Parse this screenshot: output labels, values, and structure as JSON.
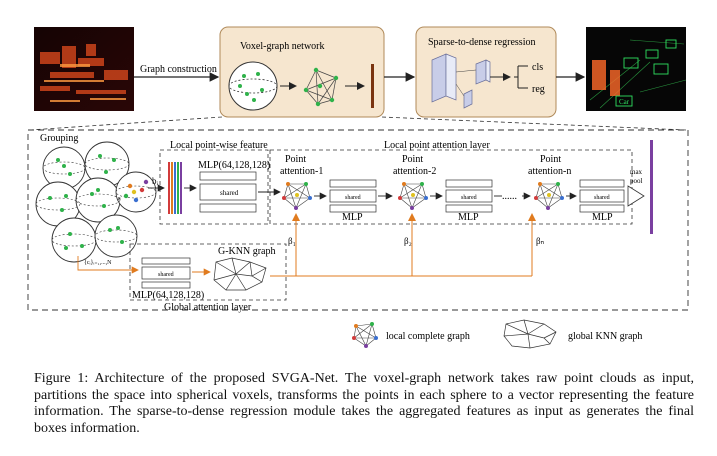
{
  "top_row": {
    "graph_construction": "Graph construction",
    "voxel_graph_network": "Voxel-graph network",
    "sparse_to_dense": "Sparse-to-dense regression",
    "cls": "cls",
    "reg": "reg",
    "car_label": "Car"
  },
  "detail": {
    "grouping": "Grouping",
    "local_pointwise": "Local point-wise feature",
    "mlp_main": "MLP(64,128,128)",
    "shared": "shared",
    "b_i": "bᵢ",
    "a_label": "a",
    "local_point_attention": "Local point attention layer",
    "point_attention_1": [
      "Point",
      "attention-1"
    ],
    "point_attention_2": [
      "Point",
      "attention-2"
    ],
    "point_attention_n": [
      "Point",
      "attention-n"
    ],
    "mlp": "MLP",
    "dots": "......",
    "max_pool": [
      "max",
      "pool"
    ],
    "beta_1": "β₁",
    "beta_2": "β₂",
    "beta_n": "βₙ",
    "ci_set": "{cᵢ}ᵢ₌₁,...,N",
    "gknn_graph": "G-KNN graph",
    "mlp_global": "MLP(64,128,128)",
    "global_attention": "Global attention layer"
  },
  "legend": {
    "local_graph": "local complete graph",
    "global_graph": "global KNN graph"
  },
  "caption": "Figure 1: Architecture of the proposed SVGA-Net. The voxel-graph network takes raw point clouds as input, partitions the space into spherical voxels, transforms the points in each sphere to a vector representing the feature information. The sparse-to-dense regression module takes the aggregated features as input as generates the final boxes information.",
  "colors": {
    "panel_fill": "#f6e6cf",
    "panel_border": "#b08a5a",
    "orange_arrow": "#e07b1f",
    "purple_bar": "#7a3fa0",
    "green_point": "#2fb24a",
    "dark_bar": "#7a3410"
  }
}
